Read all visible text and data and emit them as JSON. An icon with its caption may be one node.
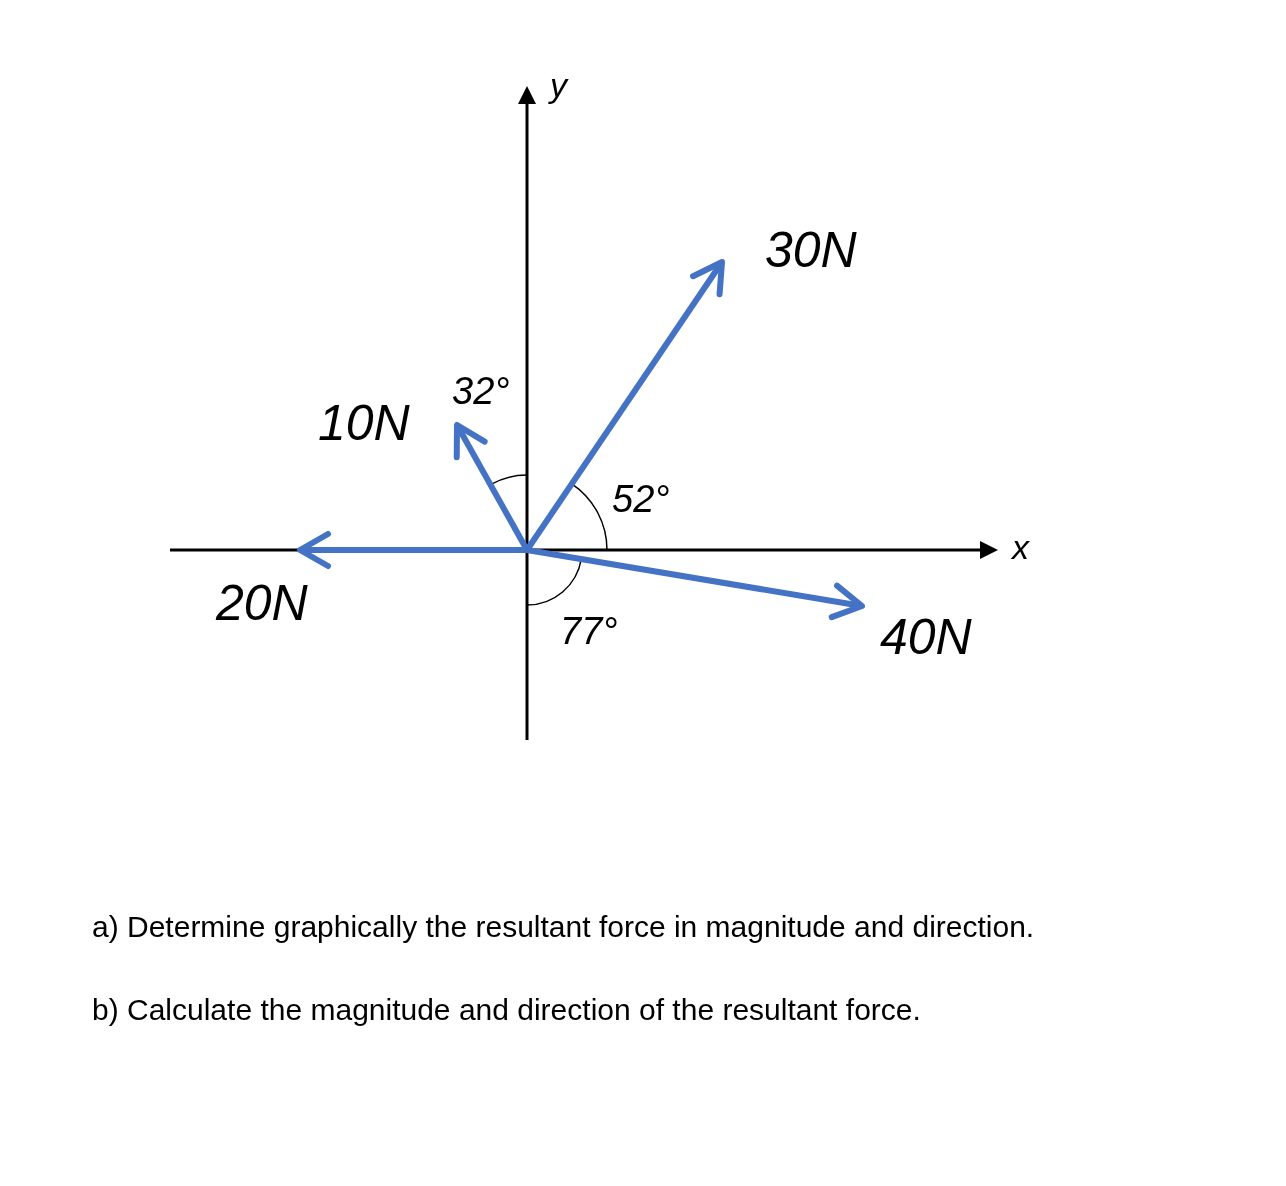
{
  "diagram": {
    "labels": [
      "y",
      "30N",
      "32°",
      "10N",
      "52°",
      "x",
      "20N",
      "77°",
      "40N",
      "a) Determine graphically the resultant force in magnitude and direction.",
      "b) Calculate the magnitude and direction of the resultant force."
    ]
  }
}
